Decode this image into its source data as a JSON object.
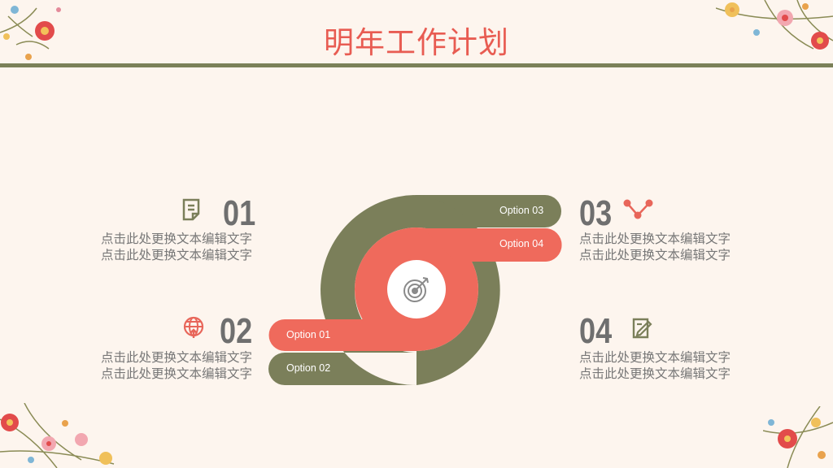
{
  "title": "明年工作计划",
  "colors": {
    "accent": "#e8665a",
    "green": "#7b7f5a",
    "rule": "#7b8159",
    "bg": "#fdf5ee",
    "text": "#777777"
  },
  "options": [
    {
      "label": "Option 01"
    },
    {
      "label": "Option 02"
    },
    {
      "label": "Option 03"
    },
    {
      "label": "Option 04"
    }
  ],
  "items": [
    {
      "num": "01",
      "icon": "document-icon",
      "lines": [
        "点击此处更换文本编辑文字",
        "点击此处更换文本编辑文字"
      ]
    },
    {
      "num": "02",
      "icon": "globe-upload-icon",
      "lines": [
        "点击此处更换文本编辑文字",
        "点击此处更换文本编辑文字"
      ]
    },
    {
      "num": "03",
      "icon": "network-share-icon",
      "lines": [
        "点击此处更换文本编辑文字",
        "点击此处更换文本编辑文字"
      ]
    },
    {
      "num": "04",
      "icon": "edit-note-icon",
      "lines": [
        "点击此处更换文本编辑文字",
        "点击此处更换文本编辑文字"
      ]
    }
  ],
  "center_icon": "target-icon"
}
